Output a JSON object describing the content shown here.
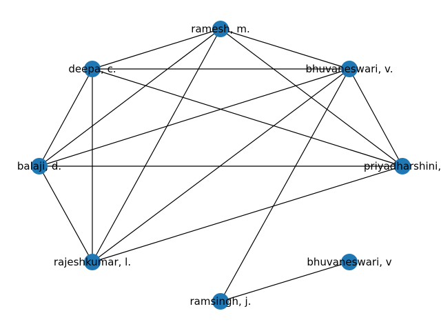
{
  "graph": {
    "node_color": "#1f77b4",
    "edge_color": "#000000",
    "nodes": [
      {
        "id": "ramesh",
        "label": "ramesh, m."
      },
      {
        "id": "deepa",
        "label": "deepa, c."
      },
      {
        "id": "bhuvaneswari_v_dot",
        "label": "bhuvaneswari, v."
      },
      {
        "id": "balaji",
        "label": "balaji, d."
      },
      {
        "id": "priyadharshini",
        "label": "priyadharshini,"
      },
      {
        "id": "rajeshkumar",
        "label": "rajeshkumar, l."
      },
      {
        "id": "bhuvaneswari_v",
        "label": "bhuvaneswari, v"
      },
      {
        "id": "ramsingh",
        "label": "ramsingh, j."
      }
    ],
    "edges": [
      [
        "ramesh",
        "deepa"
      ],
      [
        "ramesh",
        "bhuvaneswari_v_dot"
      ],
      [
        "ramesh",
        "balaji"
      ],
      [
        "ramesh",
        "priyadharshini"
      ],
      [
        "ramesh",
        "rajeshkumar"
      ],
      [
        "deepa",
        "bhuvaneswari_v_dot"
      ],
      [
        "deepa",
        "balaji"
      ],
      [
        "deepa",
        "priyadharshini"
      ],
      [
        "deepa",
        "rajeshkumar"
      ],
      [
        "bhuvaneswari_v_dot",
        "balaji"
      ],
      [
        "bhuvaneswari_v_dot",
        "priyadharshini"
      ],
      [
        "bhuvaneswari_v_dot",
        "rajeshkumar"
      ],
      [
        "bhuvaneswari_v_dot",
        "ramsingh"
      ],
      [
        "balaji",
        "priyadharshini"
      ],
      [
        "balaji",
        "rajeshkumar"
      ],
      [
        "priyadharshini",
        "rajeshkumar"
      ],
      [
        "bhuvaneswari_v",
        "ramsingh"
      ]
    ]
  }
}
